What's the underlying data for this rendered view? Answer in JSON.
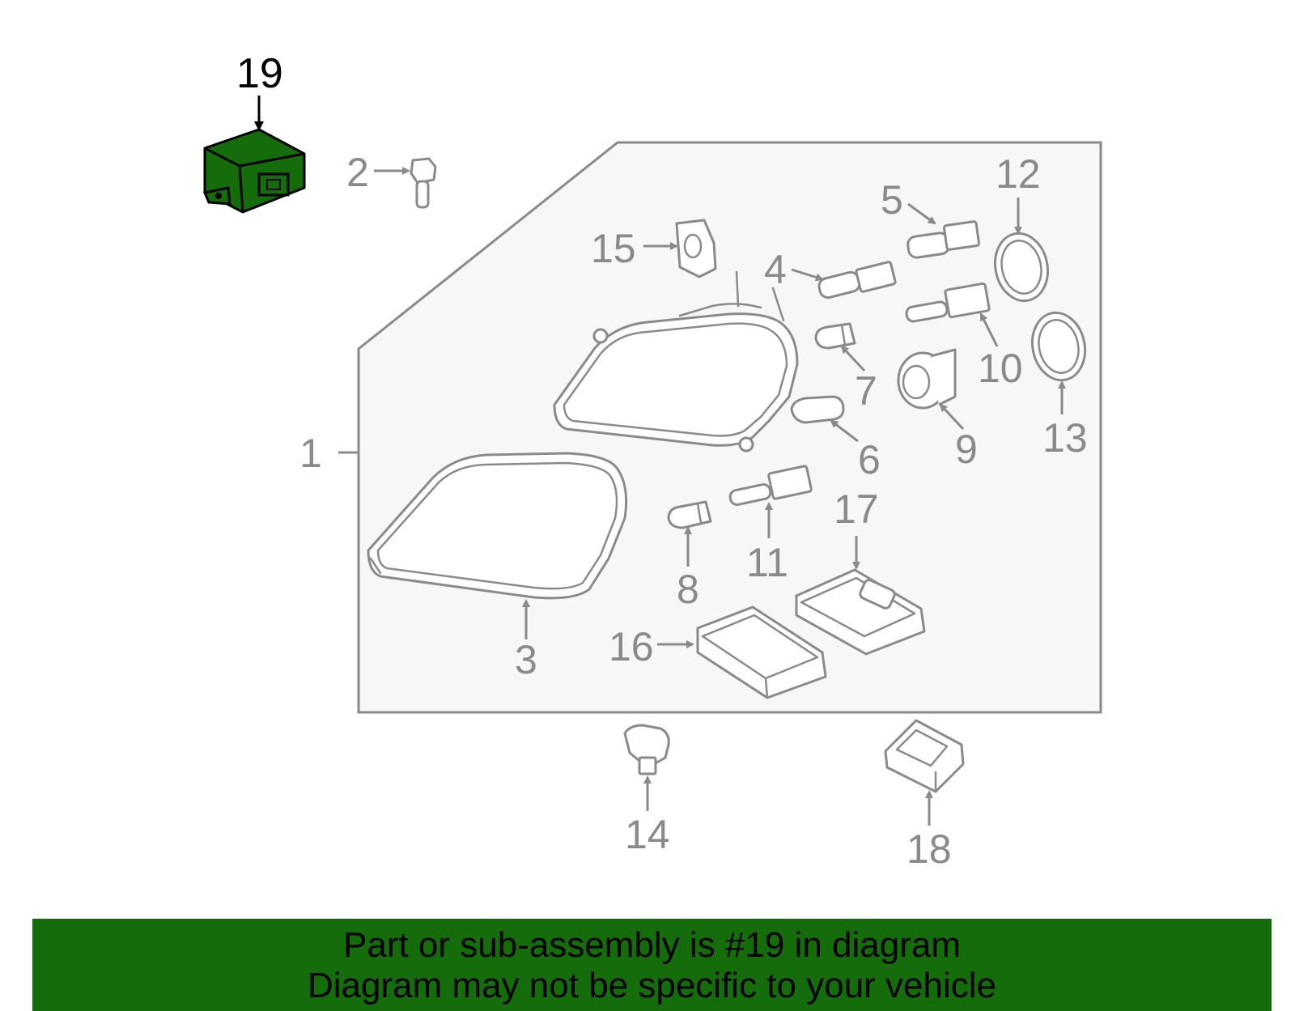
{
  "colors": {
    "highlight": "#156c0b",
    "line": "#8a8a8a",
    "panel": "#f7f7f7"
  },
  "callouts": {
    "c1": "1",
    "c2": "2",
    "c3": "3",
    "c4": "4",
    "c5": "5",
    "c6": "6",
    "c7": "7",
    "c8": "8",
    "c9": "9",
    "c10": "10",
    "c11": "11",
    "c12": "12",
    "c13": "13",
    "c14": "14",
    "c15": "15",
    "c16": "16",
    "c17": "17",
    "c18": "18",
    "c19": "19"
  },
  "highlighted_part": "19",
  "footer": {
    "line1": "Part or sub-assembly is #19 in diagram",
    "line2": "Diagram may not be specific to your vehicle"
  }
}
